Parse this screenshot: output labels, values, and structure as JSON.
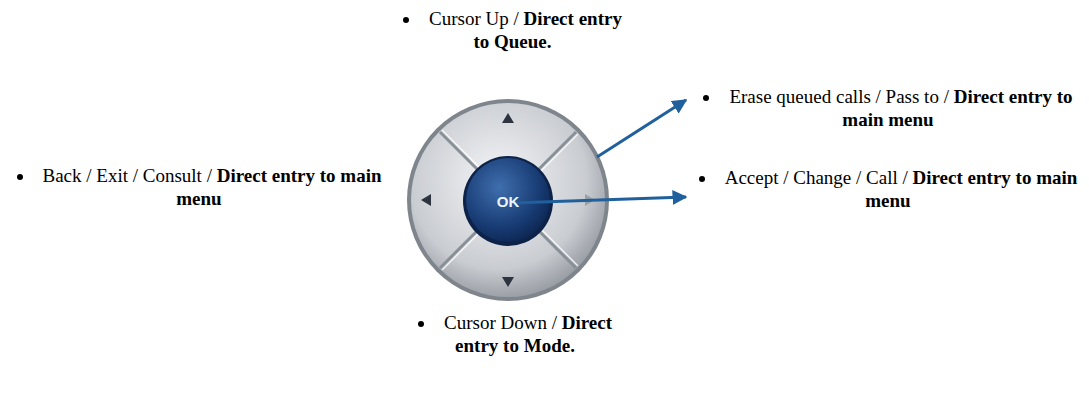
{
  "diagram": {
    "labels": [
      "Cursor Up /",
      "Direct entry to Queue.",
      "Erase queued calls / Pass to /",
      "Direct entry to main menu",
      "Back / Exit / Consult /",
      "Direct entry to main menu",
      "OK",
      "Accept / Change / Call /",
      "Direct entry to main menu",
      "Cursor Down /",
      "Direct entry to Mode."
    ]
  }
}
